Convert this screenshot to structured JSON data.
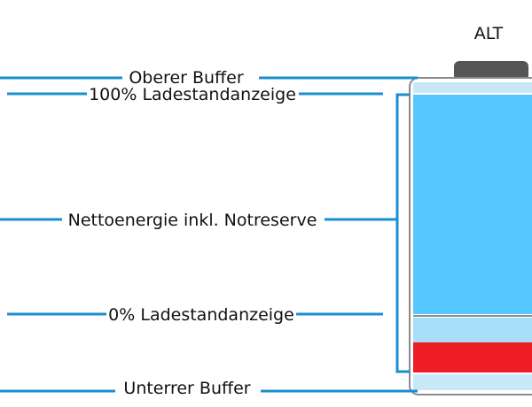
{
  "title": "ALT",
  "labels": {
    "upper_buffer": "Oberer Buffer",
    "soc_100": "100% Ladestandanzeige",
    "net_energy": "Nettoenergie inkl. Notreserve",
    "soc_0": "0% Ladestandanzeige",
    "lower_buffer": "Unterrer Buffer"
  },
  "colors": {
    "line": "#1a8fd0",
    "battery_outline": "#8a8a8a",
    "terminal": "#555555",
    "buffer_fill": "#c8e8f8",
    "net_energy_fill": "#55c8ff",
    "reserve_fill": "#a8def8",
    "emergency_fill": "#ee1c24"
  }
}
